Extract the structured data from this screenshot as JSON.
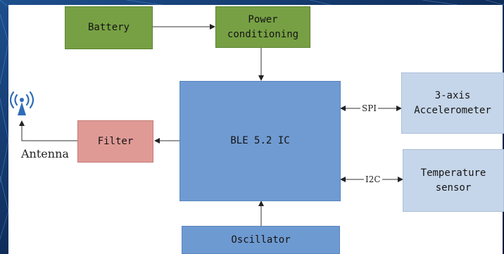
{
  "blocks": {
    "battery": "Battery",
    "power_conditioning": [
      "Power",
      "conditioning"
    ],
    "ble_ic": "BLE 5.2 IC",
    "filter": "Filter",
    "accelerometer": [
      "3-axis",
      "Accelerometer"
    ],
    "temperature_sensor": [
      "Temperature",
      "sensor"
    ],
    "oscillator": "Oscillator"
  },
  "buses": {
    "spi": "SPI",
    "i2c": "I2C"
  },
  "antenna": {
    "label": "Antenna",
    "icon": "antenna-icon"
  },
  "colors": {
    "power_blocks": "#77a044",
    "ble_ic": "#6f9bd2",
    "filter": "#e09a96",
    "sensors": "#c6d6ea",
    "oscillator": "#6e9ad2",
    "antenna": "#2f6db8",
    "background": "#0f2a52"
  }
}
